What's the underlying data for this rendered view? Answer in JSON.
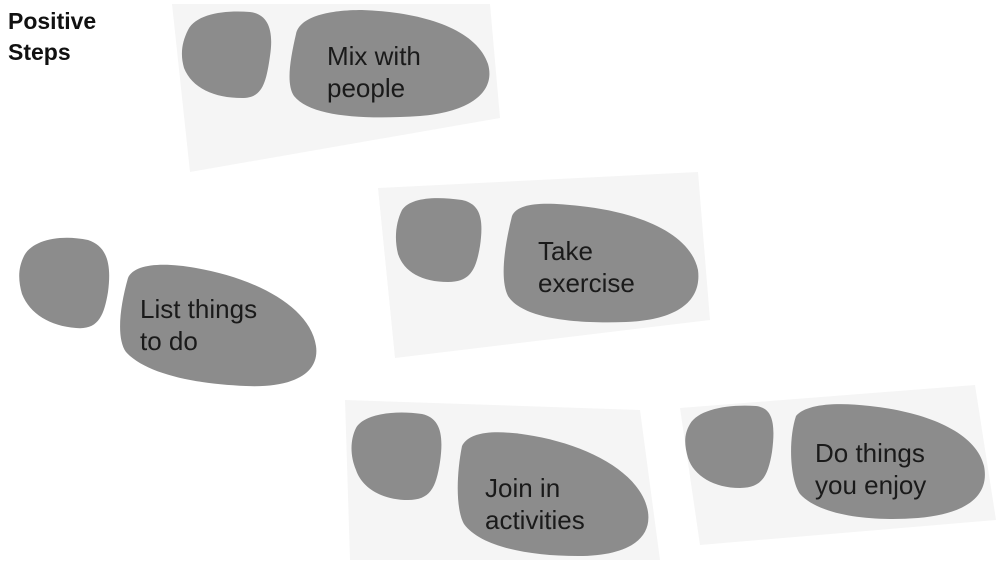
{
  "title": {
    "line1": "Positive",
    "line2": "Steps"
  },
  "steps": [
    {
      "line1": "Mix with",
      "line2": "people"
    },
    {
      "line1": "Take",
      "line2": "exercise"
    },
    {
      "line1": "List things",
      "line2": "to do"
    },
    {
      "line1": "Join in",
      "line2": "activities"
    },
    {
      "line1": "Do things",
      "line2": "you enjoy"
    }
  ],
  "colors": {
    "footprint": "#8c8c8c",
    "card": "#f5f5f5",
    "text": "#1a1a1a"
  }
}
